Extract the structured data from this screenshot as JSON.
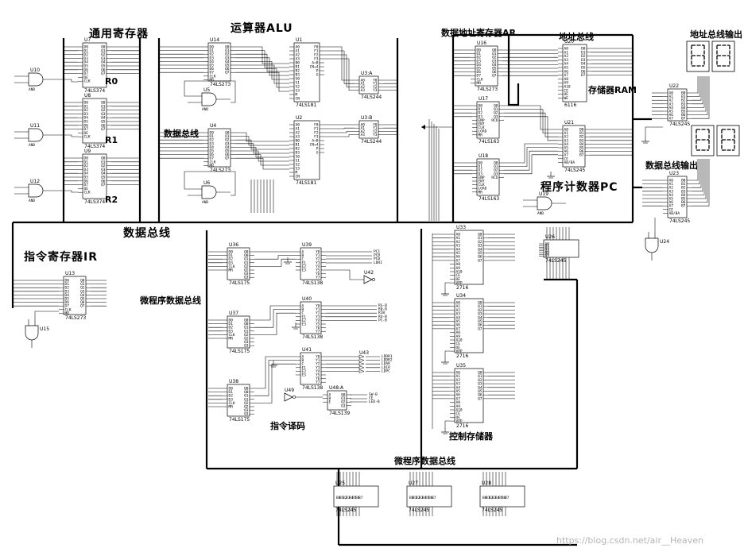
{
  "labels": {
    "general_registers": "通用寄存器",
    "alu": "运算器ALU",
    "data_address_register": "数据地址寄存器AR",
    "address_bus": "地址总线",
    "address_bus_output": "地址总线输出",
    "memory_ram": "存储器RAM",
    "data_bus_top": "数据总线",
    "data_bus_main": "数据总线",
    "data_bus_output": "数据总线输出",
    "program_counter": "程序计数器PC",
    "instruction_register": "指令寄存器IR",
    "microprogram_data_bus_left": "微程序数据总线",
    "microprogram_data_bus_bottom": "微程序数据总线",
    "instruction_decode": "指令译码",
    "control_memory": "控制存储器",
    "r0": "R0",
    "r1": "R1",
    "r2": "R2",
    "watermark": "https://blog.csdn.net/air__Heaven"
  },
  "components": [
    {
      "ref": "U7",
      "type": "74LS374"
    },
    {
      "ref": "U8",
      "type": "74LS374"
    },
    {
      "ref": "U9",
      "type": "74LS374"
    },
    {
      "ref": "U10",
      "type": "AND"
    },
    {
      "ref": "U11",
      "type": "AND"
    },
    {
      "ref": "U12",
      "type": "AND"
    },
    {
      "ref": "U14",
      "type": "74LS273"
    },
    {
      "ref": "U4",
      "type": "74LS273"
    },
    {
      "ref": "U5",
      "type": "AND"
    },
    {
      "ref": "U6",
      "type": "AND"
    },
    {
      "ref": "U1",
      "type": "74LS181"
    },
    {
      "ref": "U2",
      "type": "74LS181"
    },
    {
      "ref": "U3:A",
      "type": "74LS244"
    },
    {
      "ref": "U3:B",
      "type": "74LS244"
    },
    {
      "ref": "U16",
      "type": "74LS273"
    },
    {
      "ref": "U17",
      "type": "74LS163"
    },
    {
      "ref": "U18",
      "type": "74LS163"
    },
    {
      "ref": "U19",
      "type": "AND"
    },
    {
      "ref": "U20",
      "type": "6116"
    },
    {
      "ref": "U21",
      "type": "74LS245"
    },
    {
      "ref": "U22",
      "type": "74LS245"
    },
    {
      "ref": "U23",
      "type": "74LS245"
    },
    {
      "ref": "U24",
      "type": "AND"
    },
    {
      "ref": "U13",
      "type": "74LS273"
    },
    {
      "ref": "U15",
      "type": "AND"
    },
    {
      "ref": "U36",
      "type": "74LS175"
    },
    {
      "ref": "U37",
      "type": "74LS175"
    },
    {
      "ref": "U38",
      "type": "74LS175"
    },
    {
      "ref": "U39",
      "type": "74LS138"
    },
    {
      "ref": "U40",
      "type": "74LS138"
    },
    {
      "ref": "U41",
      "type": "74LS138"
    },
    {
      "ref": "U42",
      "type": "NOT"
    },
    {
      "ref": "U43",
      "type": "NOT"
    },
    {
      "ref": "U48:A",
      "type": "74LS139"
    },
    {
      "ref": "U49",
      "type": "NOT"
    },
    {
      "ref": "U33",
      "type": "2716"
    },
    {
      "ref": "U34",
      "type": "2716"
    },
    {
      "ref": "U35",
      "type": "2716"
    },
    {
      "ref": "U26",
      "type": "74LS245"
    },
    {
      "ref": "U25",
      "type": "74LS245"
    },
    {
      "ref": "U27",
      "type": "74LS245"
    },
    {
      "ref": "U28",
      "type": "74LS245"
    }
  ],
  "signals": {
    "decoder1": [
      "PC1",
      "PC0",
      "PC0",
      "LDRI"
    ],
    "decoder2": [
      "RS-B",
      "R0-B",
      "RIB",
      "RU-B",
      "PC-B"
    ],
    "decoder3": [
      "LDDR1",
      "LDDR2",
      "LDAR",
      "LDIR",
      "LDPC"
    ],
    "decoder4": [
      "SW-B",
      "CE",
      "LED-B"
    ]
  },
  "pins": {
    "d_in": [
      "D0",
      "D1",
      "D2",
      "D3",
      "D4",
      "D5",
      "D6",
      "D7"
    ],
    "q_out": [
      "Q0",
      "Q1",
      "Q2",
      "Q3",
      "Q4",
      "Q5",
      "Q6",
      "Q7"
    ],
    "ctrl_reg": [
      "OE",
      "CLK"
    ],
    "ctrl_ff": [
      "CLK",
      "MR"
    ],
    "alu_in": [
      "A0",
      "A1",
      "A2",
      "A3",
      "B0",
      "B1",
      "B2",
      "B3",
      "S0",
      "S1",
      "S2",
      "S3",
      "M",
      "CN"
    ],
    "alu_out": [
      "F0",
      "F1",
      "F2",
      "F3",
      "A=B",
      "CN+4",
      "P",
      "G"
    ],
    "buf_in": [
      "A0",
      "A1",
      "A2",
      "A3",
      "OE"
    ],
    "buf_out": [
      "Y0",
      "Y1",
      "Y2",
      "Y3"
    ],
    "xcv_a": [
      "A0",
      "A1",
      "A2",
      "A3",
      "A4",
      "A5",
      "A6",
      "A7",
      "CE",
      "AB/BA"
    ],
    "xcv_b": [
      "B0",
      "B1",
      "B2",
      "B3",
      "B4",
      "B5",
      "B6",
      "B7"
    ],
    "ram_a": [
      "A0",
      "A1",
      "A2",
      "A3",
      "A4",
      "A5",
      "A6",
      "A7",
      "A8",
      "A9",
      "A10",
      "CE",
      "OE",
      "WE"
    ],
    "ram_d": [
      "D0",
      "D1",
      "D2",
      "D3",
      "D4",
      "D5",
      "D6",
      "D7"
    ],
    "rom_a": [
      "A0",
      "A1",
      "A2",
      "A3",
      "A4",
      "A5",
      "A6",
      "A7",
      "A8",
      "A9",
      "A10",
      "CE",
      "OE",
      "VPP"
    ],
    "rom_q": [
      "Q0",
      "Q1",
      "Q2",
      "Q3",
      "Q4",
      "Q5",
      "Q6",
      "Q7"
    ],
    "ctr_in": [
      "D0",
      "D1",
      "D2",
      "D3",
      "ENP",
      "ENT",
      "CLK",
      "LOAD",
      "MR"
    ],
    "ctr_out": [
      "Q0",
      "Q1",
      "Q2",
      "Q3",
      "RCO"
    ],
    "ff4_in": [
      "D0",
      "D1",
      "D2",
      "D3",
      "CLK",
      "MR"
    ],
    "ff4_out": [
      "Q0",
      "Q0",
      "Q1",
      "Q1",
      "Q2",
      "Q2",
      "Q3",
      "Q3"
    ],
    "dec_in": [
      "A",
      "B",
      "C",
      "E1",
      "E2",
      "E3"
    ],
    "dec_out": [
      "Y0",
      "Y1",
      "Y2",
      "Y3",
      "Y4",
      "Y5",
      "Y6",
      "Y7"
    ],
    "dec2_in": [
      "A",
      "B",
      "E"
    ],
    "dec2_out": [
      "Q0",
      "Q1",
      "Q2",
      "Q3"
    ]
  },
  "displays": {
    "address_digits": 2,
    "data_digits": 2
  }
}
